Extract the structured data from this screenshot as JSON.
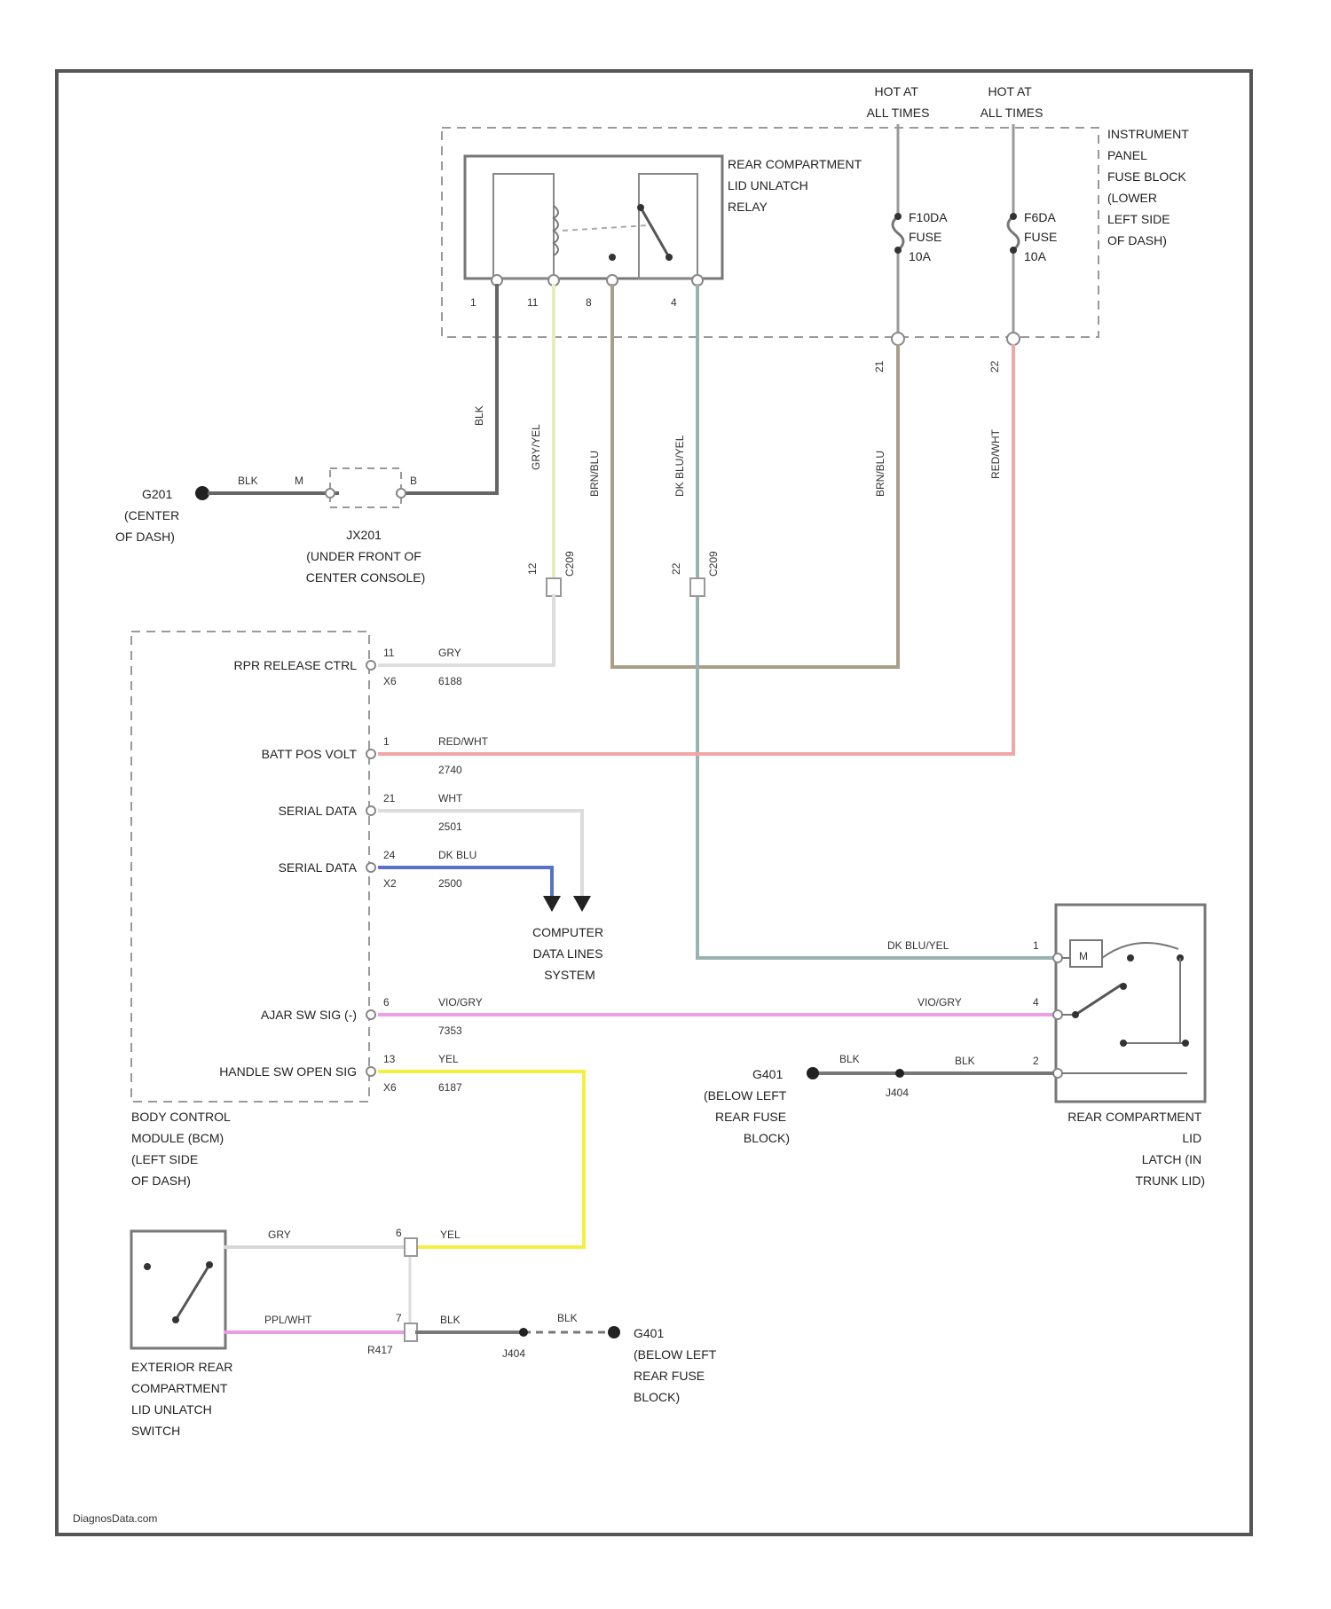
{
  "top": {
    "hot1": [
      "HOT AT",
      "ALL TIMES"
    ],
    "hot2": [
      "HOT AT",
      "ALL TIMES"
    ]
  },
  "fuse_block": {
    "label": [
      "INSTRUMENT",
      "PANEL",
      "FUSE BLOCK",
      "(LOWER",
      "LEFT SIDE",
      "OF DASH)"
    ],
    "fuse1": [
      "F10DA",
      "FUSE",
      "10A"
    ],
    "fuse2": [
      "F6DA",
      "FUSE",
      "10A"
    ],
    "pin1": "21",
    "pin2": "22"
  },
  "relay": {
    "label": [
      "REAR COMPARTMENT",
      "LID UNLATCH",
      "RELAY"
    ],
    "pins": [
      "1",
      "11",
      "8",
      "4"
    ]
  },
  "wires": {
    "blk_v": "BLK",
    "gry_yel": "GRY/YEL",
    "brn_blu": "BRN/BLU",
    "dkblu_yel": "DK BLU/YEL",
    "brn_blu2": "BRN/BLU",
    "red_wht": "RED/WHT",
    "c209_1": "C209",
    "c209_2": "C209",
    "c209_pin1": "12",
    "c209_pin2": "22"
  },
  "ground_center": {
    "g": "G201",
    "label": [
      "(CENTER",
      "OF DASH)"
    ],
    "wire": "BLK",
    "pin_a": "M",
    "pin_b": "B",
    "conn": "JX201",
    "conn_label": [
      "(UNDER FRONT OF",
      "CENTER CONSOLE)"
    ]
  },
  "bcm": {
    "rows": [
      {
        "name": "RPR RELEASE CTRL",
        "pin": "11",
        "conn": "X6",
        "color": "GRY",
        "circuit": "6188"
      },
      {
        "name": "BATT POS VOLT",
        "pin": "1",
        "conn": "",
        "color": "RED/WHT",
        "circuit": "2740"
      },
      {
        "name": "SERIAL DATA",
        "pin": "21",
        "conn": "",
        "color": "WHT",
        "circuit": "2501"
      },
      {
        "name": "SERIAL DATA",
        "pin": "24",
        "conn": "X2",
        "color": "DK BLU",
        "circuit": "2500"
      },
      {
        "name": "AJAR SW SIG (-)",
        "pin": "6",
        "conn": "",
        "color": "VIO/GRY",
        "circuit": "7353"
      },
      {
        "name": "HANDLE SW OPEN SIG",
        "pin": "13",
        "conn": "X6",
        "color": "YEL",
        "circuit": "6187"
      }
    ],
    "label": [
      "BODY CONTROL",
      "MODULE (BCM)",
      "(LEFT SIDE",
      "OF DASH)"
    ]
  },
  "data_lines": [
    "COMPUTER",
    "DATA LINES",
    "SYSTEM"
  ],
  "latch": {
    "label": [
      "REAR COMPARTMENT",
      "LID",
      "LATCH (IN",
      "TRUNK LID)"
    ],
    "w1": "DK BLU/YEL",
    "p1": "1",
    "w2": "VIO/GRY",
    "p2": "4",
    "w3": "BLK",
    "p3": "2",
    "motor": "M"
  },
  "ground_rear": {
    "g": "G401",
    "label": [
      "(BELOW LEFT",
      "REAR FUSE",
      "BLOCK)"
    ],
    "wire": "BLK",
    "splice": "J404"
  },
  "switch": {
    "label": [
      "EXTERIOR REAR",
      "COMPARTMENT",
      "LID UNLATCH",
      "SWITCH"
    ],
    "w1": "GRY",
    "w2": "YEL",
    "p1": "6",
    "w3": "PPL/WHT",
    "w4": "BLK",
    "p2": "7",
    "conn": "R417"
  },
  "ground_sw": {
    "g": "G401",
    "label": [
      "(BELOW LEFT",
      "REAR FUSE",
      "BLOCK)"
    ],
    "wire": "BLK",
    "splice": "J404"
  },
  "footer": "DiagnosData.com"
}
